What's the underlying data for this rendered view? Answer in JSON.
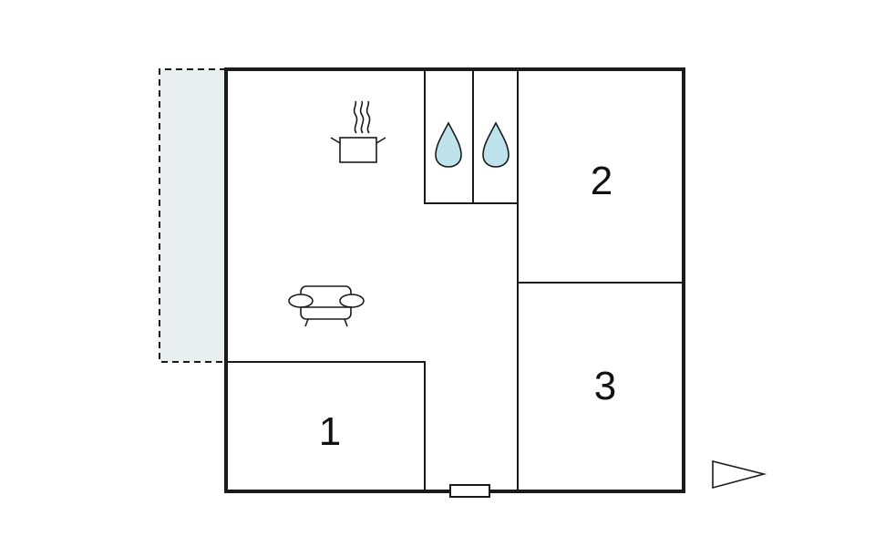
{
  "floorplan": {
    "rooms": [
      {
        "label": "1"
      },
      {
        "label": "2"
      },
      {
        "label": "3"
      }
    ],
    "icons": {
      "kitchen": "cooking-pot-icon",
      "shower": "water-drop-icon",
      "sink": "water-drop-icon",
      "living": "armchair-icon",
      "entrance": "door-icon",
      "orientation": "compass-arrow-icon"
    },
    "colors": {
      "wall": "#1a1a1a",
      "terrace_fill": "#e9efef",
      "water_fill": "#bfe3ec"
    }
  }
}
